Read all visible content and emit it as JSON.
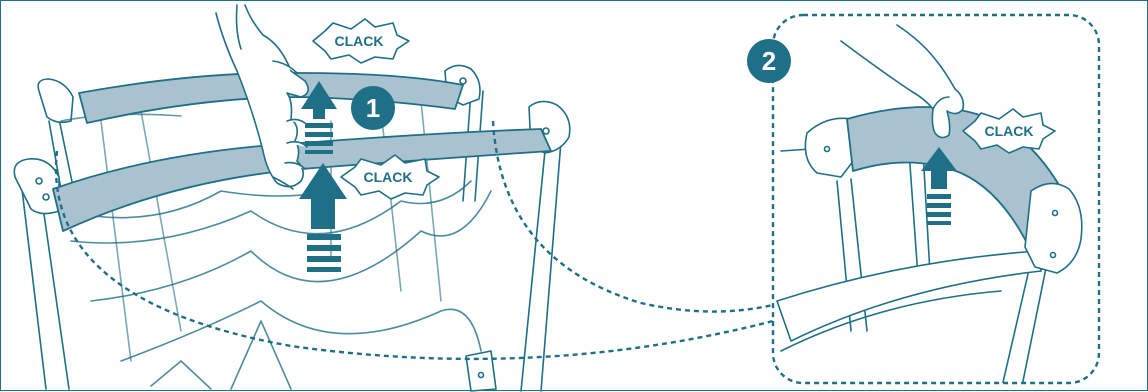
{
  "colors": {
    "line": "#1f6f86",
    "rail_fill": "#a9c2d0",
    "accent": "#1f6f86",
    "background": "#ffffff"
  },
  "steps": [
    {
      "number": "1"
    },
    {
      "number": "2"
    }
  ],
  "sounds": {
    "clack_top": "CLACK",
    "clack_lower": "CLACK",
    "clack_detail": "CLACK"
  },
  "icons": [
    "hand-icon",
    "up-arrow-icon",
    "clack-burst-icon",
    "playard-frame-icon",
    "step-badge-icon",
    "detail-callout-icon"
  ]
}
